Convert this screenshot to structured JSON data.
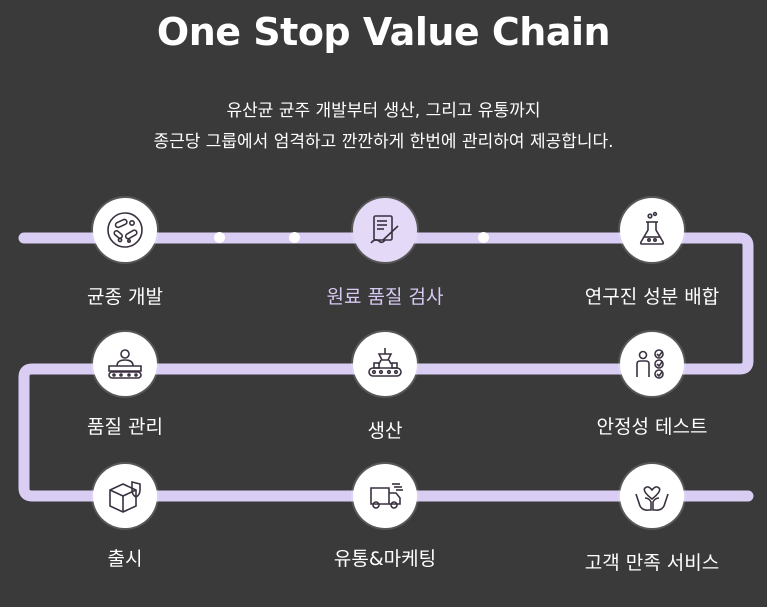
{
  "header": {
    "title": "One Stop Value Chain",
    "subtitle_line1": "유산균 균주 개발부터 생산, 그리고 유통까지",
    "subtitle_line2": "종근당 그룹에서 엄격하고 깐깐하게 한번에 관리하여 제공합니다."
  },
  "colors": {
    "track": "#d9cdf3",
    "node": "#ffffff",
    "active_node": "#e4d9f6",
    "icon": "#3a3140"
  },
  "steps": [
    {
      "label": "균종 개발",
      "icon": "bacteria-icon"
    },
    {
      "label": "원료 품질 검사",
      "icon": "document-pen-icon",
      "active": true
    },
    {
      "label": "연구진 성분 배합",
      "icon": "flask-icon"
    },
    {
      "label": "안정성 테스트",
      "icon": "researcher-checks-icon"
    },
    {
      "label": "생산",
      "icon": "factory-conveyor-icon"
    },
    {
      "label": "품질 관리",
      "icon": "inspector-conveyor-icon"
    },
    {
      "label": "출시",
      "icon": "box-shield-icon"
    },
    {
      "label": "유통&마케팅",
      "icon": "delivery-truck-icon"
    },
    {
      "label": "고객 만족 서비스",
      "icon": "hands-heart-icon"
    }
  ]
}
